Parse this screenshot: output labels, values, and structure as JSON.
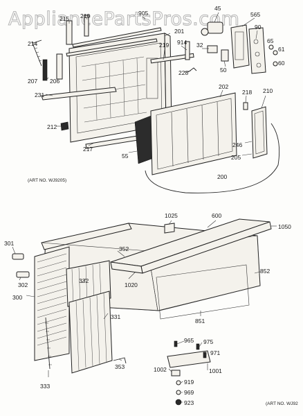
{
  "watermark": "AppliancePartsPros.com",
  "art_numbers": {
    "top": "(ART NO. WJ9205)",
    "bottom": "(ART NO. WJ92"
  },
  "callouts": {
    "c45": "45",
    "c565": "565",
    "c90": "90",
    "c201": "201",
    "c214": "214",
    "c215": "215",
    "c210a": "210",
    "c905": "905",
    "c219": "219",
    "c914": "914",
    "c32": "32",
    "c65": "65",
    "c61": "61",
    "c60": "60",
    "c50": "50",
    "c228": "228",
    "c207": "207",
    "c206": "206",
    "c231": "231",
    "c202": "202",
    "c218": "218",
    "c210b": "210",
    "c212": "212",
    "c217": "217",
    "c55": "55",
    "c246": "246",
    "c205": "205",
    "c200": "200",
    "c600": "600",
    "c1050": "1050",
    "c1025": "1025",
    "c301": "301",
    "c352": "352",
    "c852": "852",
    "c302": "302",
    "c332": "332",
    "c1020": "1020",
    "c300": "300",
    "c331": "331",
    "c851": "851",
    "c965": "965",
    "c975": "975",
    "c971": "971",
    "c353": "353",
    "c1002": "1002",
    "c1001": "1001",
    "c919": "919",
    "c969": "969",
    "c923": "923",
    "c333": "333"
  }
}
